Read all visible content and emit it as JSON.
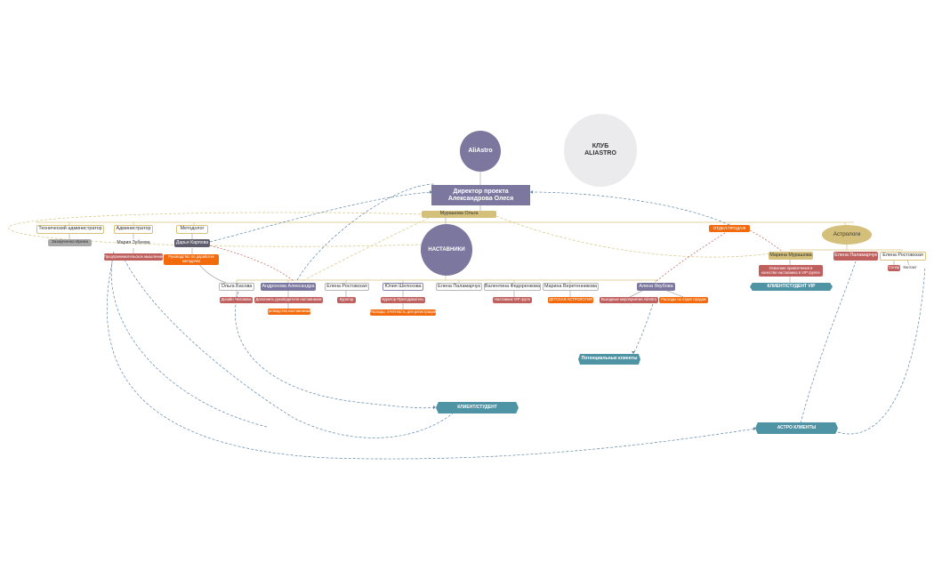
{
  "palette": {
    "purple": "#7b779f",
    "gold": "#d4c07a",
    "red": "#c0605e",
    "orange": "#f26a0b",
    "teal": "#4f94a5",
    "club_circle": "#ebebee",
    "line_gold": "#d6c57e",
    "line_blue": "#5f86a8",
    "line_red": "#c0605e"
  },
  "nodes": {
    "aliastro": "AliAstro",
    "club_line1": "КЛУБ",
    "club_line2": "ALIASTRO",
    "director_line1": "Директор проекта",
    "director_line2": "Александрова Олеся",
    "murashova_olga": "Мурашова Ольга",
    "tech_admin": "Технический администратор",
    "zakharchenko": "Захарченко Ирина",
    "administrator": "Администратор",
    "zubeeva": "Мария Зубеева",
    "predprinimatel": "Предпринимательское мышление",
    "metodolog": "Методолог",
    "karpova": "Дарья Карпова",
    "karpova_task": "Руководство по доработке методичек",
    "nastavniki": "НАСТАВНИКИ",
    "sales": "ОТДЕЛ ПРОДАЖ",
    "astrologi": "Астрологи",
    "basova": "Ольга Басова",
    "basova_task": "Дизайн Человека",
    "andronova": "Андронова Александра",
    "andronova_task1": "Дополнить руководителя наставников",
    "andronova_task2": "Руководство наставниками",
    "rostovskaya1": "Елена Ростовская",
    "rostovskaya1_task": "Куратор",
    "shelokhova": "Юлия Шелохова",
    "shelokhova_task1": "Куратор-Преподаватель",
    "shelokhova_task2": "Расходы, отчётность для регистрации",
    "palamarchuk1": "Елена Паламарчук",
    "fedorenkova": "Валентина Федоренкова",
    "fedorenkova_task": "Наставник VIP групп",
    "veretennikova": "Марина Веретенникова",
    "veretennikova_task": "ДЕТСКАЯ АСТРОЛОГИЯ",
    "yakubova": "Алена Якубова",
    "yakubova_task1": "Выездные мероприятия AliAstro",
    "yakubova_task2": "Расходы на отдел продаж",
    "murashova_marina": "Марина Мурашова",
    "murashova_marina_task": "Освоение привлечения в качестве наставника в VIP группе",
    "palamarchuk2": "Елена Паламарчук",
    "rostovskaya2": "Елена Ростовская",
    "solar": "Солар",
    "kontakt": "Контакт",
    "potential_clients": "Потенциальные клиенты",
    "client_student": "КЛИЕНТ/СТУДЕНТ",
    "client_vip": "КЛИЕНТ/СТУДЕНТ VIP",
    "astro_clients": "АСТРО КЛИЕНТЫ"
  }
}
